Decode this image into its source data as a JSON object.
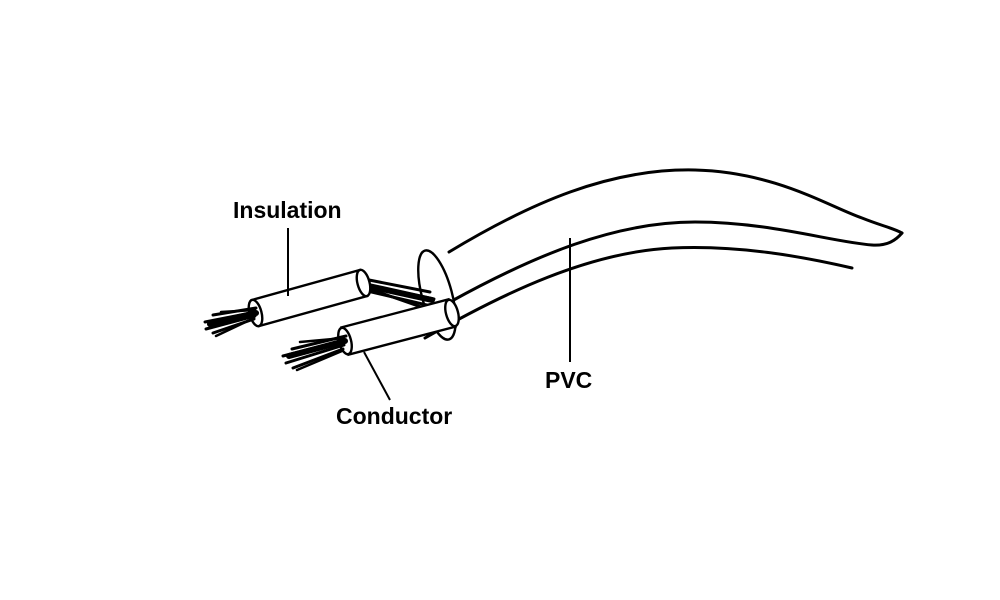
{
  "diagram": {
    "labels": [
      {
        "id": "insulation",
        "text": "Insulation"
      },
      {
        "id": "conductor",
        "text": "Conductor"
      },
      {
        "id": "pvc",
        "text": "PVC"
      }
    ],
    "colors": {
      "stroke": "#000000",
      "background": "#ffffff"
    }
  }
}
